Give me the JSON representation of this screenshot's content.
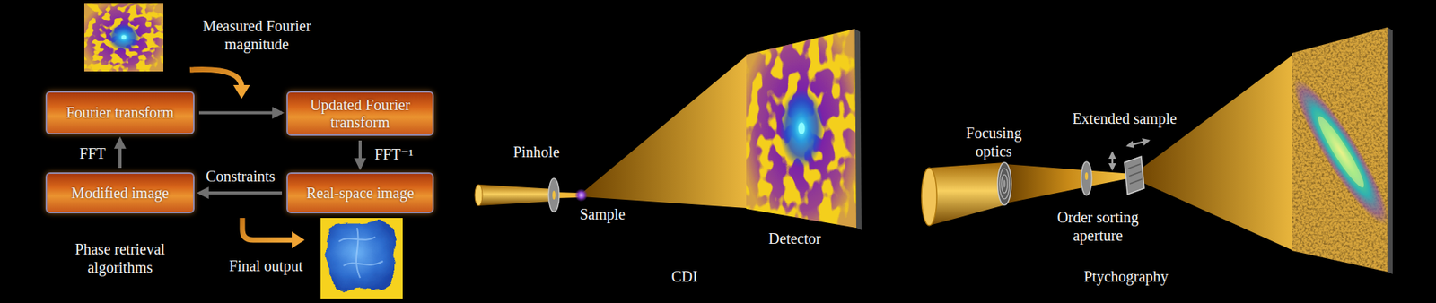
{
  "diagram": {
    "nodes": [
      {
        "text": [
          "Fourier transform"
        ]
      },
      {
        "text": [
          "Updated Fourier transform"
        ]
      },
      {
        "text": [
          "Modified image"
        ]
      },
      {
        "text": [
          "Real-space image"
        ]
      }
    ],
    "edges": [
      {
        "from": 0,
        "to": 1,
        "arrow": "to"
      },
      {
        "from": 1,
        "to": 3,
        "label": "FFT⁻¹",
        "arrow": "to"
      },
      {
        "from": 3,
        "to": 2,
        "label": "Constraints",
        "arrow": "to"
      },
      {
        "from": 2,
        "to": 0,
        "label": "FFT",
        "arrow": "to"
      }
    ],
    "labels": [
      "Measured Fourier magnitude",
      "Phase retrieval algorithms",
      "Final output",
      "Pinhole",
      "Sample",
      "Detector",
      "CDI",
      "Focusing optics",
      "Extended sample",
      "Order sorting aperture",
      "Ptychography"
    ]
  }
}
